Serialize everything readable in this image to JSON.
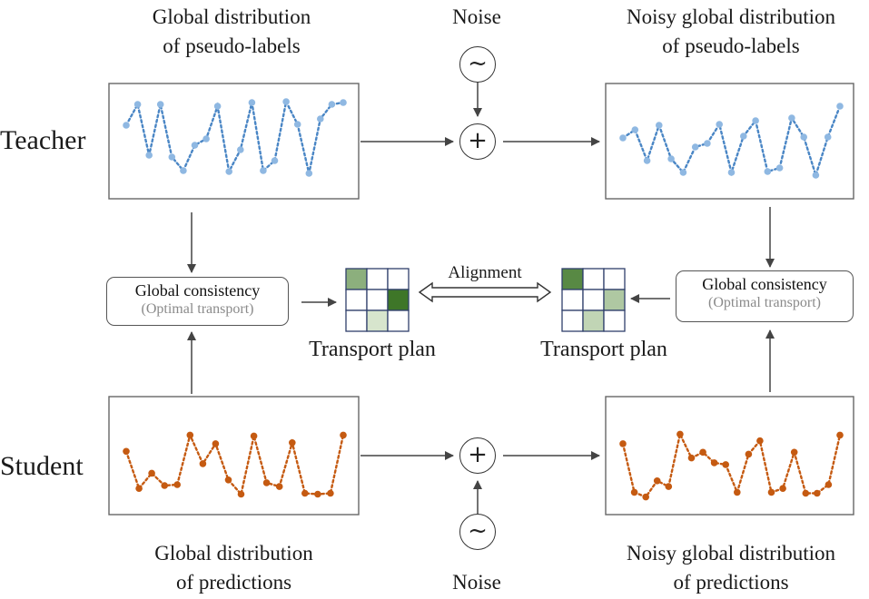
{
  "labels": {
    "teacher": "Teacher",
    "student": "Student",
    "teacher_source_line1": "Global distribution",
    "teacher_source_line2": "of pseudo-labels",
    "teacher_noisy_line1": "Noisy global distribution",
    "teacher_noisy_line2": "of pseudo-labels",
    "noise_top": "Noise",
    "noise_bottom": "Noise",
    "student_source_line1": "Global distribution",
    "student_source_line2": "of predictions",
    "student_noisy_line1": "Noisy global distribution",
    "student_noisy_line2": "of predictions",
    "consistency_title": "Global consistency",
    "consistency_sub": "(Optimal transport)",
    "transport_plan": "Transport plan",
    "alignment": "Alignment",
    "plus_symbol": "+",
    "tilde_symbol": "~"
  },
  "colors": {
    "teacher_series": "#4a86c5",
    "teacher_points": "#8fb8e2",
    "student_series": "#c55a11",
    "grid_border": "#2f3f6b",
    "arrow": "#444444"
  },
  "series": {
    "teacher_clean": [
      0.33,
      0.1,
      0.66,
      0.1,
      0.68,
      0.83,
      0.55,
      0.48,
      0.12,
      0.84,
      0.6,
      0.08,
      0.83,
      0.72,
      0.07,
      0.32,
      0.86,
      0.26,
      0.1,
      0.08
    ],
    "teacher_noisy": [
      0.47,
      0.38,
      0.72,
      0.33,
      0.7,
      0.85,
      0.57,
      0.53,
      0.32,
      0.85,
      0.45,
      0.28,
      0.84,
      0.8,
      0.25,
      0.46,
      0.88,
      0.46,
      0.12
    ],
    "student_clean": [
      0.45,
      0.84,
      0.68,
      0.81,
      0.8,
      0.28,
      0.58,
      0.37,
      0.75,
      0.9,
      0.29,
      0.78,
      0.82,
      0.36,
      0.89,
      0.9,
      0.89,
      0.28
    ],
    "student_noisy": [
      0.37,
      0.88,
      0.93,
      0.76,
      0.82,
      0.27,
      0.52,
      0.46,
      0.57,
      0.59,
      0.88,
      0.48,
      0.34,
      0.88,
      0.84,
      0.46,
      0.89,
      0.89,
      0.8,
      0.28
    ]
  },
  "transport_left": [
    [
      0.55,
      0,
      0
    ],
    [
      0,
      0,
      1.0
    ],
    [
      0,
      0.12,
      0
    ]
  ],
  "transport_right": [
    [
      0.85,
      0,
      0
    ],
    [
      0,
      0,
      0.35
    ],
    [
      0,
      0.25,
      0
    ]
  ]
}
